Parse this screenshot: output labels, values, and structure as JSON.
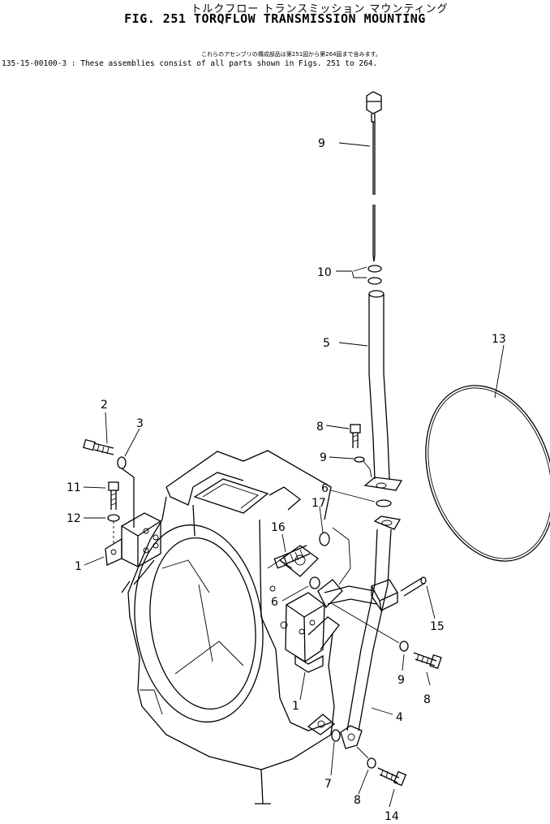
{
  "header": {
    "title_jp": "トルクフロー トランスミッション マウンティング",
    "title_en": "FIG. 251  TORQFLOW TRANSMISSION MOUNTING",
    "note_jp": "これらのアセンブリの構成部品は第251図から第264図まで含みます。",
    "note_en": "135-15-00100-3 : These assemblies consist of all parts shown in Figs. 251 to 264."
  },
  "callouts": [
    {
      "id": "c1a",
      "text": "1"
    },
    {
      "id": "c1b",
      "text": "1"
    },
    {
      "id": "c2",
      "text": "2"
    },
    {
      "id": "c3",
      "text": "3"
    },
    {
      "id": "c4",
      "text": "4"
    },
    {
      "id": "c5",
      "text": "5"
    },
    {
      "id": "c6a",
      "text": "6"
    },
    {
      "id": "c6b",
      "text": "6"
    },
    {
      "id": "c7",
      "text": "7"
    },
    {
      "id": "c8a",
      "text": "8"
    },
    {
      "id": "c8b",
      "text": "8"
    },
    {
      "id": "c8c",
      "text": "8"
    },
    {
      "id": "c9a",
      "text": "9"
    },
    {
      "id": "c9b",
      "text": "9"
    },
    {
      "id": "c9c",
      "text": "9"
    },
    {
      "id": "c10",
      "text": "10"
    },
    {
      "id": "c11",
      "text": "11"
    },
    {
      "id": "c12",
      "text": "12"
    },
    {
      "id": "c13",
      "text": "13"
    },
    {
      "id": "c14",
      "text": "14"
    },
    {
      "id": "c15",
      "text": "15"
    },
    {
      "id": "c16",
      "text": "16"
    },
    {
      "id": "c17",
      "text": "17"
    }
  ]
}
